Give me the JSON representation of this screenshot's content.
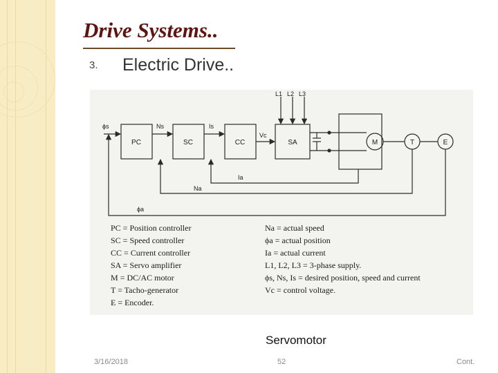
{
  "slide": {
    "title": "Drive Systems..",
    "item_number": "3.",
    "item_text": "Electric Drive..",
    "caption": "Servomotor",
    "footer_date": "3/16/2018",
    "footer_page": "52",
    "footer_cont": "Cont."
  },
  "diagram": {
    "blocks": {
      "pc": "PC",
      "sc": "SC",
      "cc": "CC",
      "sa": "SA",
      "motor": "M",
      "tacho": "T",
      "encoder": "E"
    },
    "signals": {
      "phi_s": "ϕs",
      "ns": "Ns",
      "is": "Is",
      "vc": "Vc",
      "ia": "Ia",
      "na": "Na",
      "phi_a": "ϕa",
      "l1": "L1",
      "l2": "L2",
      "l3": "L3"
    },
    "legend_left": [
      "PC = Position controller",
      "SC = Speed controller",
      "CC = Current controller",
      "SA = Servo amplifier",
      "M = DC/AC motor",
      "T = Tacho-generator",
      "E = Encoder."
    ],
    "legend_right": [
      "Na = actual speed",
      "ϕa = actual position",
      "Ia = actual current",
      "L1, L2, L3 = 3-phase supply.",
      "ϕs, Ns, Is = desired position, speed and current",
      "Vc = control voltage."
    ]
  },
  "colors": {
    "title": "#5e1410",
    "band": "#f7ecc4",
    "figure_bg": "#f3f3f0"
  }
}
